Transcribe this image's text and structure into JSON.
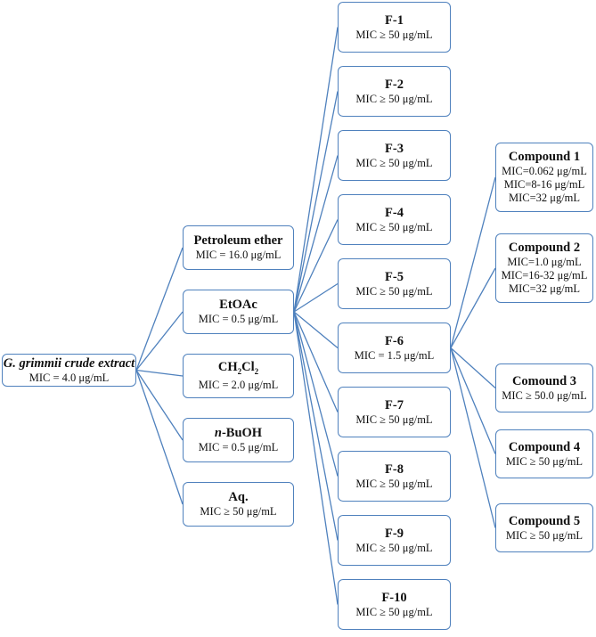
{
  "root": {
    "title": "G. grimmii crude extract",
    "mic": "MIC = 4.0 μg/mL"
  },
  "solvents": [
    {
      "title": "Petroleum ether",
      "mic": "MIC = 16.0 μg/mL"
    },
    {
      "title": "EtOAc",
      "mic": "MIC = 0.5 μg/mL"
    },
    {
      "title_pre": "CH",
      "title_sub1": "2",
      "title_mid": "Cl",
      "title_sub2": "2",
      "mic": "MIC = 2.0 μg/mL"
    },
    {
      "title_italic": "n",
      "title_rest": "-BuOH",
      "mic": "MIC = 0.5 μg/mL"
    },
    {
      "title": "Aq.",
      "mic": "MIC ≥  50 μg/mL"
    }
  ],
  "fractions": [
    {
      "title": "F-1",
      "mic": "MIC ≥ 50 μg/mL"
    },
    {
      "title": "F-2",
      "mic": "MIC ≥ 50 μg/mL"
    },
    {
      "title": "F-3",
      "mic": "MIC ≥ 50 μg/mL"
    },
    {
      "title": "F-4",
      "mic": "MIC ≥ 50 μg/mL"
    },
    {
      "title": "F-5",
      "mic": "MIC ≥ 50 μg/mL"
    },
    {
      "title": "F-6",
      "mic": "MIC = 1.5 μg/mL"
    },
    {
      "title": "F-7",
      "mic": "MIC ≥ 50 μg/mL"
    },
    {
      "title": "F-8",
      "mic": "MIC ≥ 50 μg/mL"
    },
    {
      "title": "F-9",
      "mic": "MIC ≥ 50 μg/mL"
    },
    {
      "title": "F-10",
      "mic": "MIC ≥ 50 μg/mL"
    }
  ],
  "compounds": [
    {
      "title": "Compound 1",
      "mics": [
        "MIC=0.062 μg/mL",
        "MIC=8-16 μg/mL",
        "MIC=32 μg/mL"
      ]
    },
    {
      "title": "Compound 2",
      "mics": [
        "MIC=1.0 μg/mL",
        "MIC=16-32 μg/mL",
        "MIC=32 μg/mL"
      ]
    },
    {
      "title": "Comound 3",
      "mics": [
        "MIC ≥ 50.0 μg/mL"
      ]
    },
    {
      "title": "Compound 4",
      "mics": [
        "MIC ≥ 50 μg/mL"
      ]
    },
    {
      "title": "Compound 5",
      "mics": [
        "MIC ≥ 50 μg/mL"
      ]
    }
  ],
  "colors": {
    "stroke": "#4f81bd",
    "text": "#111111",
    "background": "#ffffff"
  }
}
